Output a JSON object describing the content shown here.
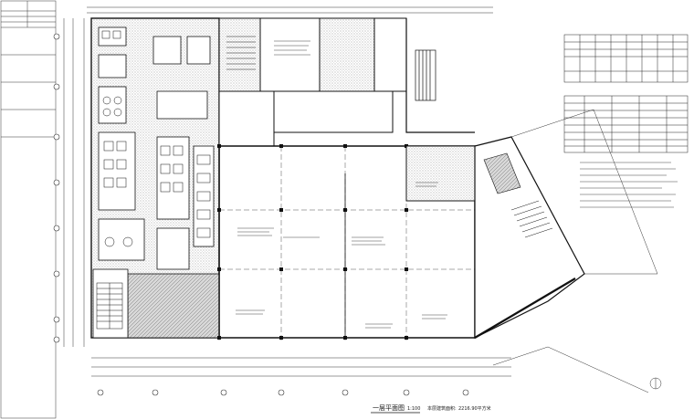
{
  "drawing": {
    "title": "一层平面图",
    "scale": "1:100",
    "area_label": "本层建筑面积:",
    "area_value": "2216.90平方米"
  },
  "legend_table": {
    "rows": 4,
    "cols": 8
  },
  "colors": {
    "line": "#1a1a1a",
    "hatch": "#9a9a9a",
    "background": "#ffffff"
  }
}
